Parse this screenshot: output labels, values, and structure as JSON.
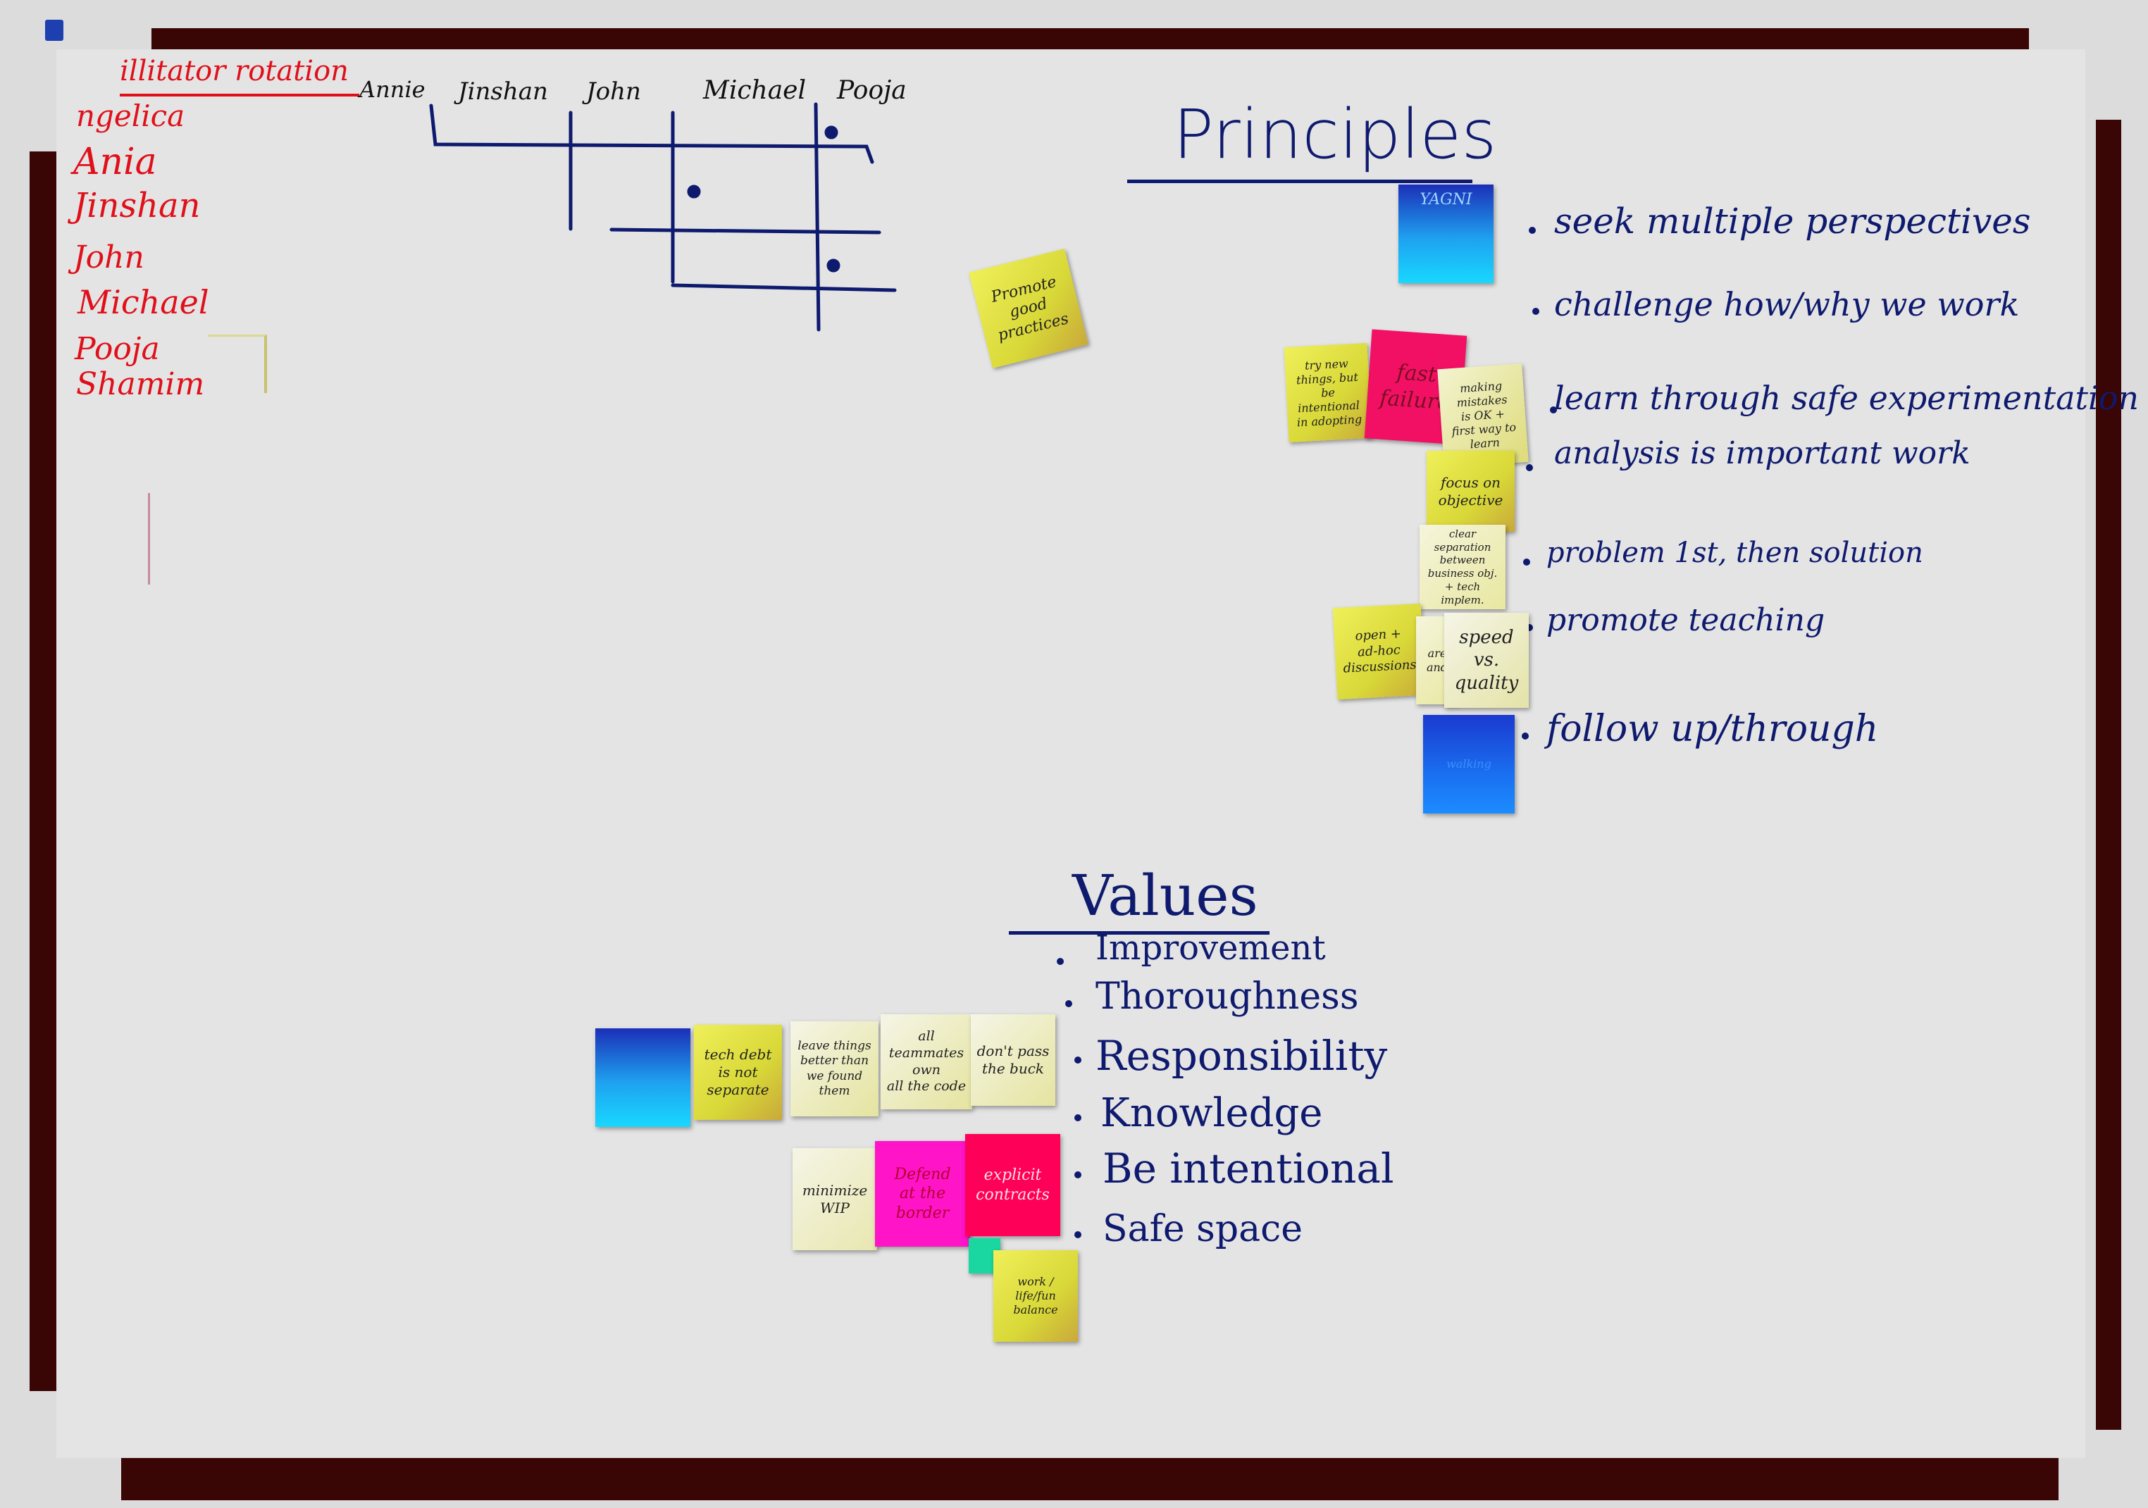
{
  "facilitator": {
    "title": "illitator rotation",
    "names": [
      "ngelica",
      "Ania",
      "Jinshan",
      "John",
      "Michael",
      "Pooja",
      "Shamim"
    ]
  },
  "grid": {
    "columns": [
      "Annie",
      "Jinshan",
      "John",
      "Michael",
      "Pooja"
    ]
  },
  "principles": {
    "title": "Principles",
    "items": [
      "seek multiple perspectives",
      "challenge how/why we work",
      "learn through safe experimentation",
      "analysis is important work",
      "problem 1st, then solution",
      "promote teaching",
      "follow up/through"
    ]
  },
  "values": {
    "title": "Values",
    "items": [
      "Improvement",
      "Thoroughness",
      "Responsibility",
      "Knowledge",
      "Be intentional",
      "Safe space"
    ]
  },
  "stickies": {
    "promote": "Promote\ngood\npractices",
    "yagni": "YAGNI",
    "try_new": "try new\nthings, but\nbe intentional\nin adopting",
    "fail_fast": "fast\nfailure",
    "mistakes": "making mistakes\nis OK +\nfirst way to\nlearn",
    "focus": "focus on\nobjective",
    "clear_sep": "clear separation\nbetween\nbusiness obj.\n+ tech implem.",
    "open_adhoc": "open +\nad-hoc\ndiscussions",
    "speed": "speed\nvs. quality",
    "are": "are\nand",
    "blue_follow": "walking",
    "tech_debt": "tech debt\nis not\nseparate",
    "leave_things": "leave things\nbetter than\nwe found\nthem",
    "all_teammates": "all teammates\nown\nall the code",
    "dont_pass": "don't pass\nthe buck",
    "minimize_wip": "minimize\nWIP",
    "defend": "Defend\nat the border",
    "explicit": "explicit\ncontracts",
    "work_life": "work / life/fun\nbalance"
  },
  "colors": {
    "marker_red": "#e0101a",
    "marker_navy": "#0e1a6e",
    "frame": "#3a0505"
  }
}
